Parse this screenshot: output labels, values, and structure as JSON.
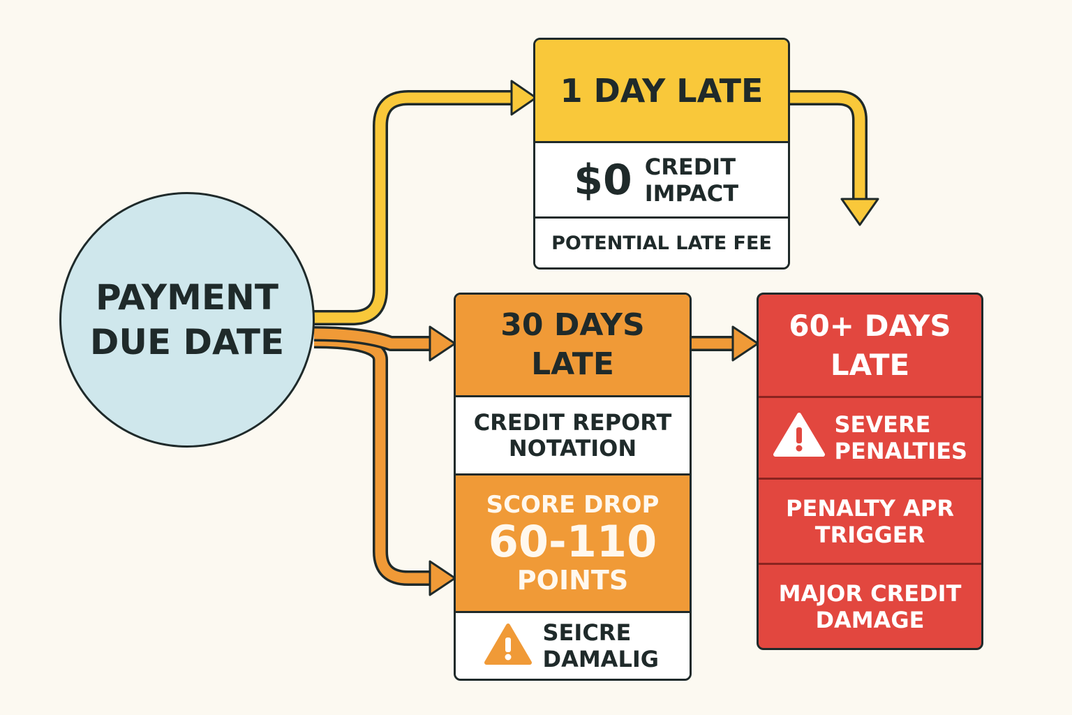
{
  "center": {
    "label": "PAYMENT DUE DATE"
  },
  "stage_1": {
    "title": "1 DAY LATE",
    "amount": "$0",
    "impact_label": "CREDIT IMPACT",
    "note": "POTENTIAL LATE FEE",
    "color": "#f9c83a"
  },
  "stage_30": {
    "title": "30 DAYS LATE",
    "notation": "CREDIT REPORT NOTATION",
    "score_label": "SCORE DROP",
    "score_range": "60-110",
    "score_unit": "POINTS",
    "warning": "SEICRE DAMALIG",
    "color": "#f09a37"
  },
  "stage_60": {
    "title": "60+ DAYS LATE",
    "item_1": "SEVERE PENALTIES",
    "item_2": "PENALTY APR TRIGGER",
    "item_3": "MAJOR CREDIT DAMAGE",
    "color": "#e2473f"
  },
  "icons": [
    "warning-icon",
    "warning-icon"
  ]
}
